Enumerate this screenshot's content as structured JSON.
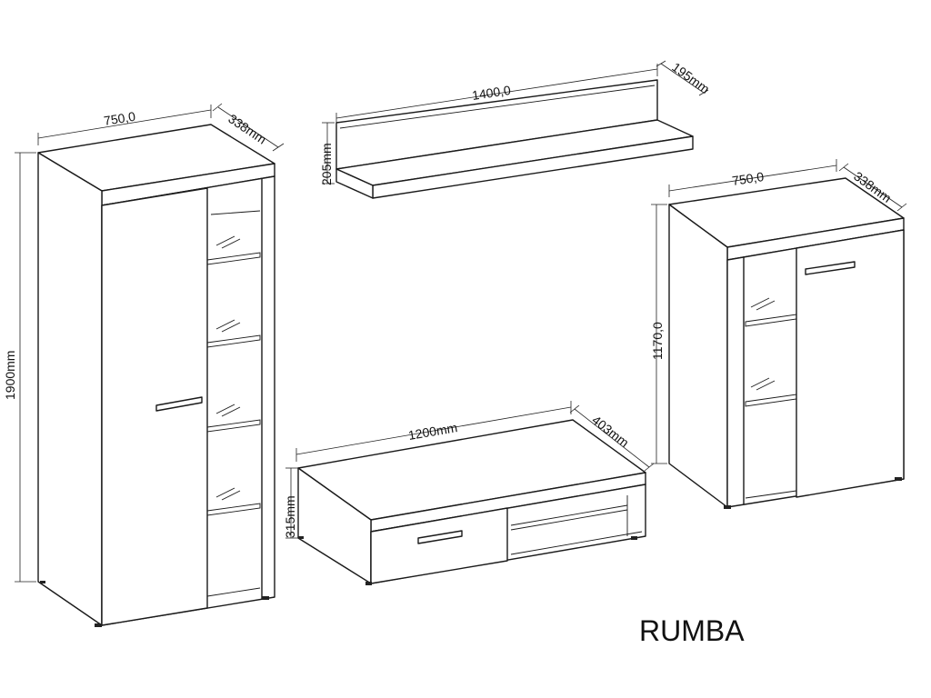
{
  "title": "RUMBA",
  "tall_cabinet": {
    "width": "750,0",
    "depth": "338mm",
    "height": "1900mm"
  },
  "wall_shelf": {
    "width": "1400,0",
    "depth": "195mm",
    "height": "205mm"
  },
  "tv_unit": {
    "width": "1200mm",
    "depth": "403mm",
    "height": "315mm"
  },
  "small_cabinet": {
    "width": "750,0",
    "depth": "338mm",
    "height": "1170,0"
  }
}
